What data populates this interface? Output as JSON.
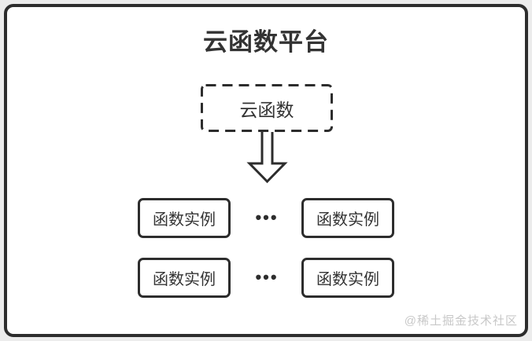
{
  "diagram": {
    "title": "云函数平台",
    "cloud_function_label": "云函数",
    "instances": [
      {
        "label": "函数实例"
      },
      {
        "label": "函数实例"
      },
      {
        "label": "函数实例"
      },
      {
        "label": "函数实例"
      }
    ],
    "ellipsis": "•••",
    "watermark": "@稀土掘金技术社区",
    "colors": {
      "stroke": "#2d2d2d",
      "text": "#333333",
      "watermark": "#c8c8c8",
      "background": "#ffffff",
      "page_background": "#ececec"
    }
  }
}
